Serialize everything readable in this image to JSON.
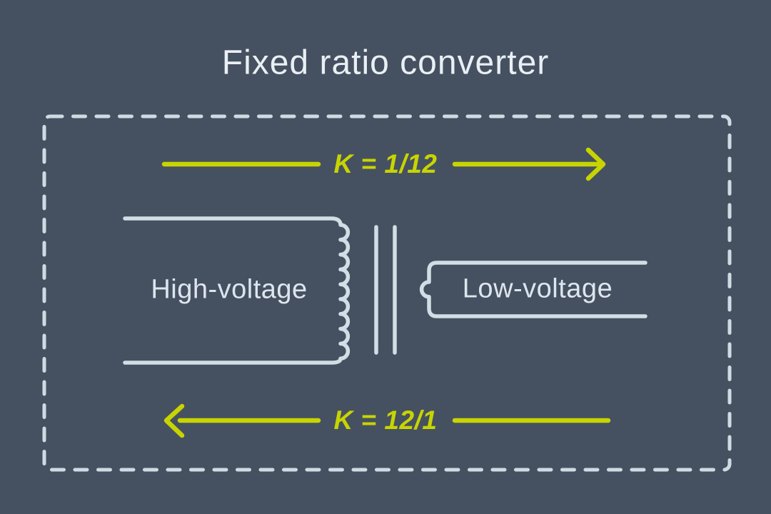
{
  "title": "Fixed ratio converter",
  "colors": {
    "background": "#455160",
    "boundary_stroke": "#cfdae3",
    "winding_stroke": "#d3dde6",
    "accent": "#c8d400",
    "title_text": "#e9eff4",
    "label_text": "#dde6ee"
  },
  "diagram": {
    "top_arrow": {
      "label": "K = 1/12",
      "direction": "right"
    },
    "bottom_arrow": {
      "label": "K = 12/1",
      "direction": "left"
    },
    "high_voltage": {
      "label": "High-voltage"
    },
    "low_voltage": {
      "label": "Low-voltage"
    }
  }
}
